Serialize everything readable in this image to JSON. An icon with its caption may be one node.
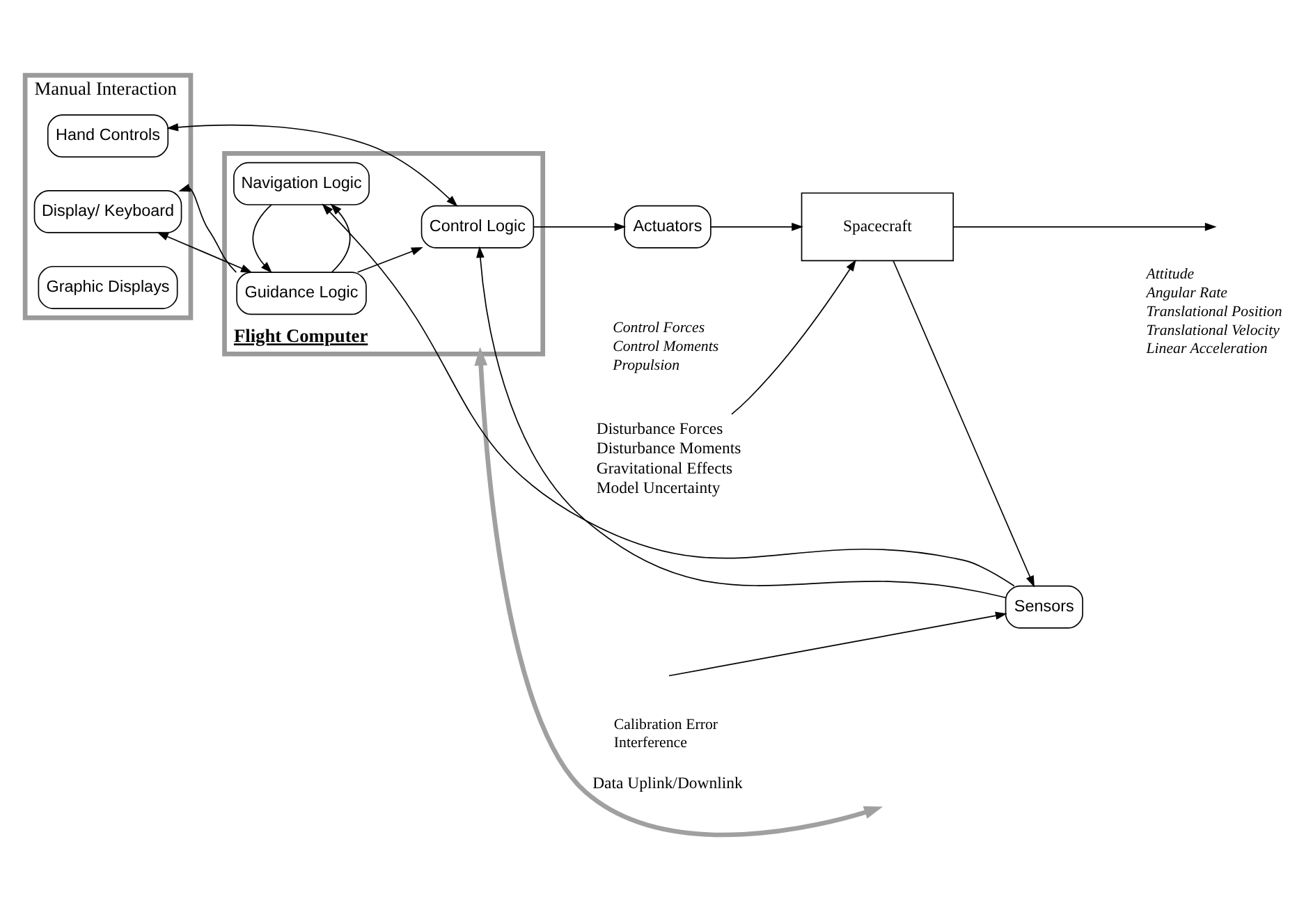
{
  "diagram": {
    "nodes": [
      {
        "text": [
          "Manual Interaction"
        ]
      },
      {
        "text": [
          "Display/ Keyboard"
        ],
        "in": 0
      },
      {
        "text": [
          "Hand Controls"
        ],
        "in": 0
      },
      {
        "text": [
          "Graphic Displays"
        ],
        "in": 0
      },
      {
        "text": [
          "Flight Computer"
        ]
      },
      {
        "text": [
          "Guidance Logic"
        ],
        "in": 4
      },
      {
        "text": [
          "Navigation Logic"
        ],
        "in": 4
      },
      {
        "text": [
          "Control Logic"
        ],
        "in": 4
      },
      {
        "text": [
          "Actuators"
        ],
        "beside": [
          "Control Forces",
          "Control Moments",
          "Propulsion"
        ]
      },
      {
        "text": [
          "Spacecraft"
        ]
      },
      {
        "text": [
          "Sensors"
        ]
      },
      {
        "text": [
          "Disturbance Forces",
          "Disturbance Moments",
          "Gravitational Effects",
          "Model Uncertainty"
        ]
      }
    ],
    "edges": [
      {
        "from": 1,
        "to": 5,
        "arrow": "both"
      },
      {
        "from": 5,
        "to": 1,
        "arrow": "to"
      },
      {
        "from": 2,
        "to": 7,
        "arrow": "both"
      },
      {
        "from": 5,
        "to": 7,
        "arrow": "to"
      },
      {
        "from": 5,
        "to": 6,
        "arrow": "to"
      },
      {
        "from": 6,
        "to": 5,
        "arrow": "to"
      },
      {
        "from": 7,
        "to": 8,
        "arrow": "to"
      },
      {
        "from": 8,
        "to": 9,
        "arrow": "to"
      },
      {
        "from": 11,
        "to": 9,
        "arrow": "to"
      },
      {
        "from": 9,
        "to": null,
        "arrow": "to"
      },
      {
        "from": 9,
        "to": 10,
        "arrow": "to"
      },
      {
        "from": null,
        "to": 10,
        "arrow": "to"
      },
      {
        "from": 10,
        "to": 6,
        "arrow": "to"
      },
      {
        "from": 10,
        "to": 7,
        "arrow": "to"
      },
      {
        "from": 4,
        "to": null,
        "arrow": "both",
        "label": "Data Uplink/Downlink",
        "style": "thick",
        "color": "#a0a0a0"
      }
    ],
    "labels": [
      "Attitude",
      "Angular Rate",
      "Translational Position",
      "Translational Velocity",
      "Linear Acceleration",
      "Calibration Error",
      "Interference"
    ]
  }
}
